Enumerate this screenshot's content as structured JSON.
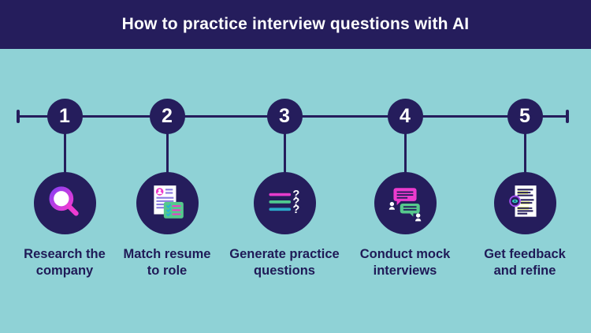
{
  "header": {
    "title": "How to practice interview questions with AI"
  },
  "colors": {
    "navy": "#251d5c",
    "teal_background": "#8fd2d6",
    "magenta": "#e83ccd",
    "purple": "#9a4cf0",
    "green": "#55c98c",
    "cyan": "#2aa9c9",
    "highlight_yellow": "#d9e24c",
    "white": "#ffffff"
  },
  "timeline": {
    "style": "horizontal line with end caps, 5 numbered nodes"
  },
  "steps": [
    {
      "number": "1",
      "label_line1": "Research the",
      "label_line2": "company",
      "icon": "magnifier-icon"
    },
    {
      "number": "2",
      "label_line1": "Match resume",
      "label_line2": "to role",
      "icon": "resume-match-icon"
    },
    {
      "number": "3",
      "label_line1": "Generate practice",
      "label_line2": "questions",
      "icon": "question-list-icon"
    },
    {
      "number": "4",
      "label_line1": "Conduct mock",
      "label_line2": "interviews",
      "icon": "chat-bubbles-icon"
    },
    {
      "number": "5",
      "label_line1": "Get feedback",
      "label_line2": "and refine",
      "icon": "annotated-document-icon"
    }
  ]
}
